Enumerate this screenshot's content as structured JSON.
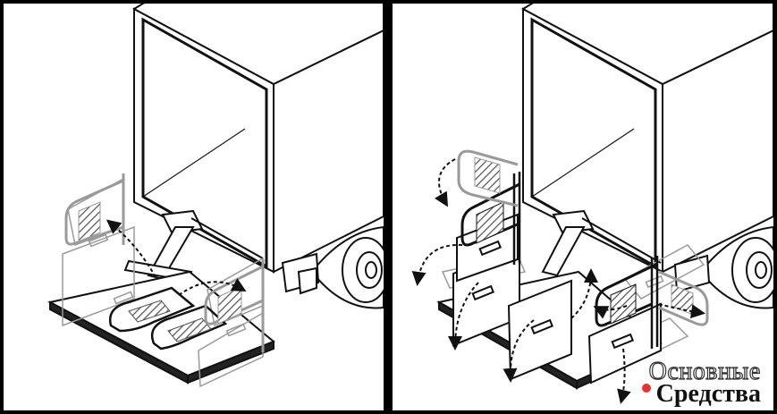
{
  "figure": {
    "panels": [
      {
        "id": "left",
        "state": "tail-lift-folded"
      },
      {
        "id": "right",
        "state": "tail-lift-deployed"
      }
    ]
  },
  "watermark": {
    "line1": "Основные",
    "line2": "Средства",
    "dot_color": "#e6322b"
  },
  "colors": {
    "line": "#111111",
    "ghost": "#9a9a9a",
    "hatch": "#555555",
    "background": "#ffffff",
    "frame": "#000000"
  }
}
